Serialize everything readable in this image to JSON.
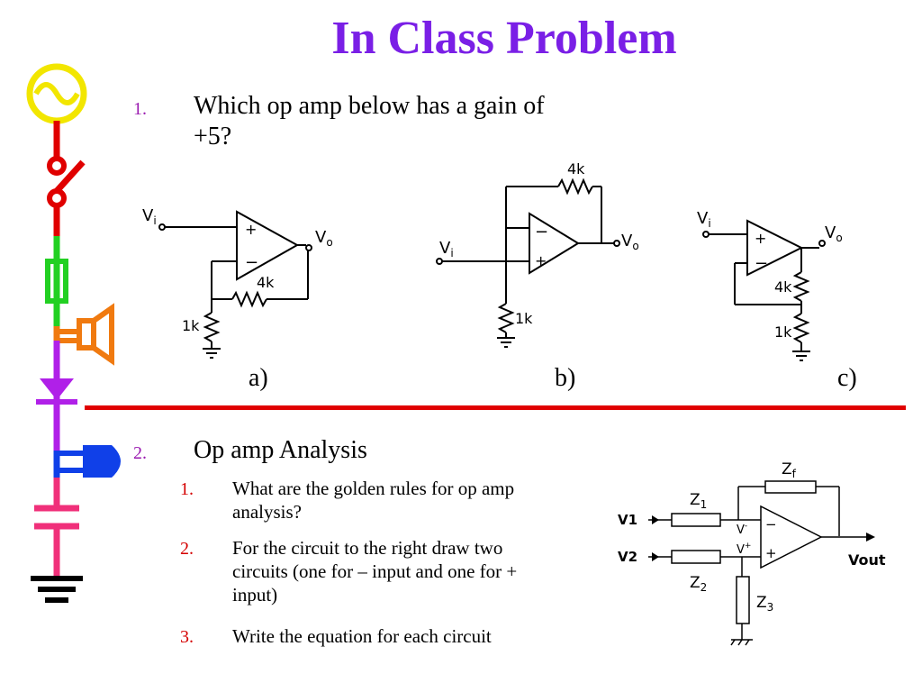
{
  "slide": {
    "title": "In Class Problem",
    "q1": {
      "number": "1.",
      "text_line1": "Which op amp below has a gain of",
      "text_line2": "+5?"
    },
    "circuits": {
      "a": {
        "label": "a)",
        "vin": "V",
        "vin_sub": "i",
        "vout": "V",
        "vout_sub": "o",
        "plus": "+",
        "minus": "−",
        "r_feedback": "4k",
        "r_ground": "1k"
      },
      "b": {
        "label": "b)",
        "vin": "V",
        "vin_sub": "i",
        "vout": "V",
        "vout_sub": "o",
        "plus": "+",
        "minus": "−",
        "r_feedback": "4k",
        "r_ground": "1k"
      },
      "c": {
        "label": "c)",
        "vin": "V",
        "vin_sub": "i",
        "vout": "V",
        "vout_sub": "o",
        "plus": "+",
        "minus": "−",
        "r_top": "4k",
        "r_bottom": "1k"
      }
    },
    "q2": {
      "number": "2.",
      "text": "Op amp Analysis",
      "items": [
        {
          "number": "1.",
          "line1": "What are the golden rules for op amp",
          "line2": "analysis?",
          "line3": ""
        },
        {
          "number": "2.",
          "line1": "For the circuit to the right draw two",
          "line2": "circuits (one for – input and one for +",
          "line3": "input)"
        },
        {
          "number": "3.",
          "line1": "Write the equation for each circuit",
          "line2": "",
          "line3": ""
        }
      ]
    },
    "analysis_circuit": {
      "v1": "V1",
      "v2": "V2",
      "vout": "Vout",
      "zf": "Z",
      "zf_sub": "f",
      "z1": "Z",
      "z1_sub": "1",
      "z2": "Z",
      "z2_sub": "2",
      "z3": "Z",
      "z3_sub": "3",
      "vminus": "V",
      "vminus_sup": "-",
      "vplus": "V",
      "vplus_sup": "+",
      "minus": "−",
      "plus": "+"
    },
    "colors": {
      "title": "#7a1fe6",
      "divider": "#e00000",
      "number": "#9a1ab0",
      "sub_number": "#d40000"
    }
  }
}
